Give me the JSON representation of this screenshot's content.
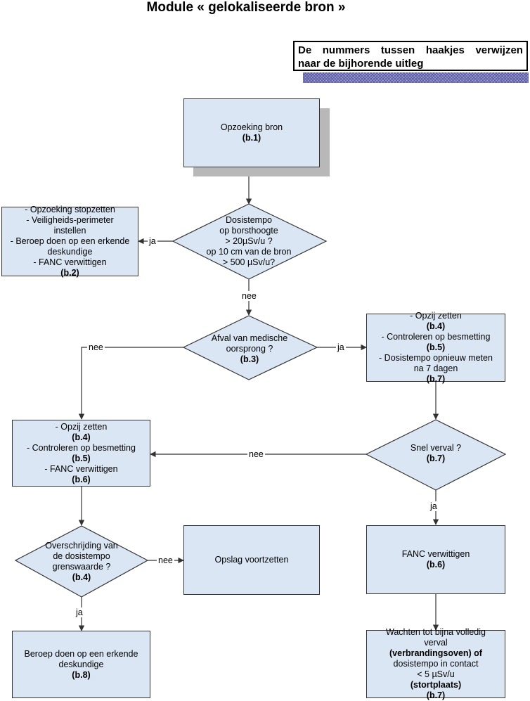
{
  "title": "Module « gelokaliseerde bron »",
  "note": {
    "line1_words": [
      "De",
      "nummers",
      "tussen",
      "haakjes",
      "verwijzen"
    ],
    "line2": "naar de bijhorende uitleg"
  },
  "nodes": {
    "opzoeking": {
      "line1": "Opzoeking bron",
      "ref": "(b.1)"
    },
    "dosistempo": {
      "lines": [
        "Dosistempo",
        "op borsthoogte",
        "> 20µSv/u ?",
        "op 10 cm van de bron",
        "> 500 µSv/u?"
      ]
    },
    "stopzetten": {
      "lines": [
        "- Opzoeking stopzetten",
        "- Veiligheids-perimeter",
        "instellen",
        "- Beroep doen op een erkende",
        "deskundige"
      ],
      "last": "- FANC verwittigen ",
      "ref": "(b.2)"
    },
    "afval": {
      "lines": [
        "Afval van medische",
        "oorsprong ?"
      ],
      "ref": "(b.3)"
    },
    "opzij_right": {
      "l1": "- Opzij zetten  ",
      "r1": "(b.4)",
      "l2": "- Controleren op besmetting",
      "r2": "(b.5)",
      "l3": "- Dosistempo opnieuw meten",
      "l4": "na 7 dagen ",
      "r4": "(b.7)"
    },
    "opzij_left": {
      "l1": "- Opzij zetten  ",
      "r1": "(b.4)",
      "l2": "- Controleren op besmetting",
      "r2": "(b.5)",
      "l3": "- FANC verwittigen ",
      "r3": "(b.6)"
    },
    "snel": {
      "line1": "Snel verval ?",
      "ref": "(b.7)"
    },
    "overschrijding": {
      "lines": [
        "Overschrijding van",
        "de dosistempo",
        "grenswaarde ?"
      ],
      "ref": "(b.4)"
    },
    "opslag": {
      "line1": "Opslag voortzetten"
    },
    "fanc": {
      "line1": "FANC verwittigen",
      "ref": "(b.6)"
    },
    "beroep": {
      "lines": [
        "Beroep doen op een erkende",
        "deskundige"
      ],
      "ref": "(b.8)"
    },
    "wachten": {
      "l1": "Wachten tot bijna volledig",
      "l2a": "verval ",
      "l2b": "(verbrandingsoven) of",
      "l3": "dosistempo in contact",
      "l4a": "< 5 µSv/u ",
      "l4b": "(stortplaats)",
      "ref": "(b.7)"
    }
  },
  "edges": {
    "ja_stop": "ja",
    "nee_afval": "nee",
    "nee_left": "nee",
    "ja_right": "ja",
    "nee_snel": "nee",
    "ja_fanc": "ja",
    "nee_opslag": "nee",
    "ja_beroep": "ja"
  },
  "colors": {
    "box_fill": "#dbe6f4",
    "shadow": "#b8b8b8",
    "line": "#333333"
  }
}
